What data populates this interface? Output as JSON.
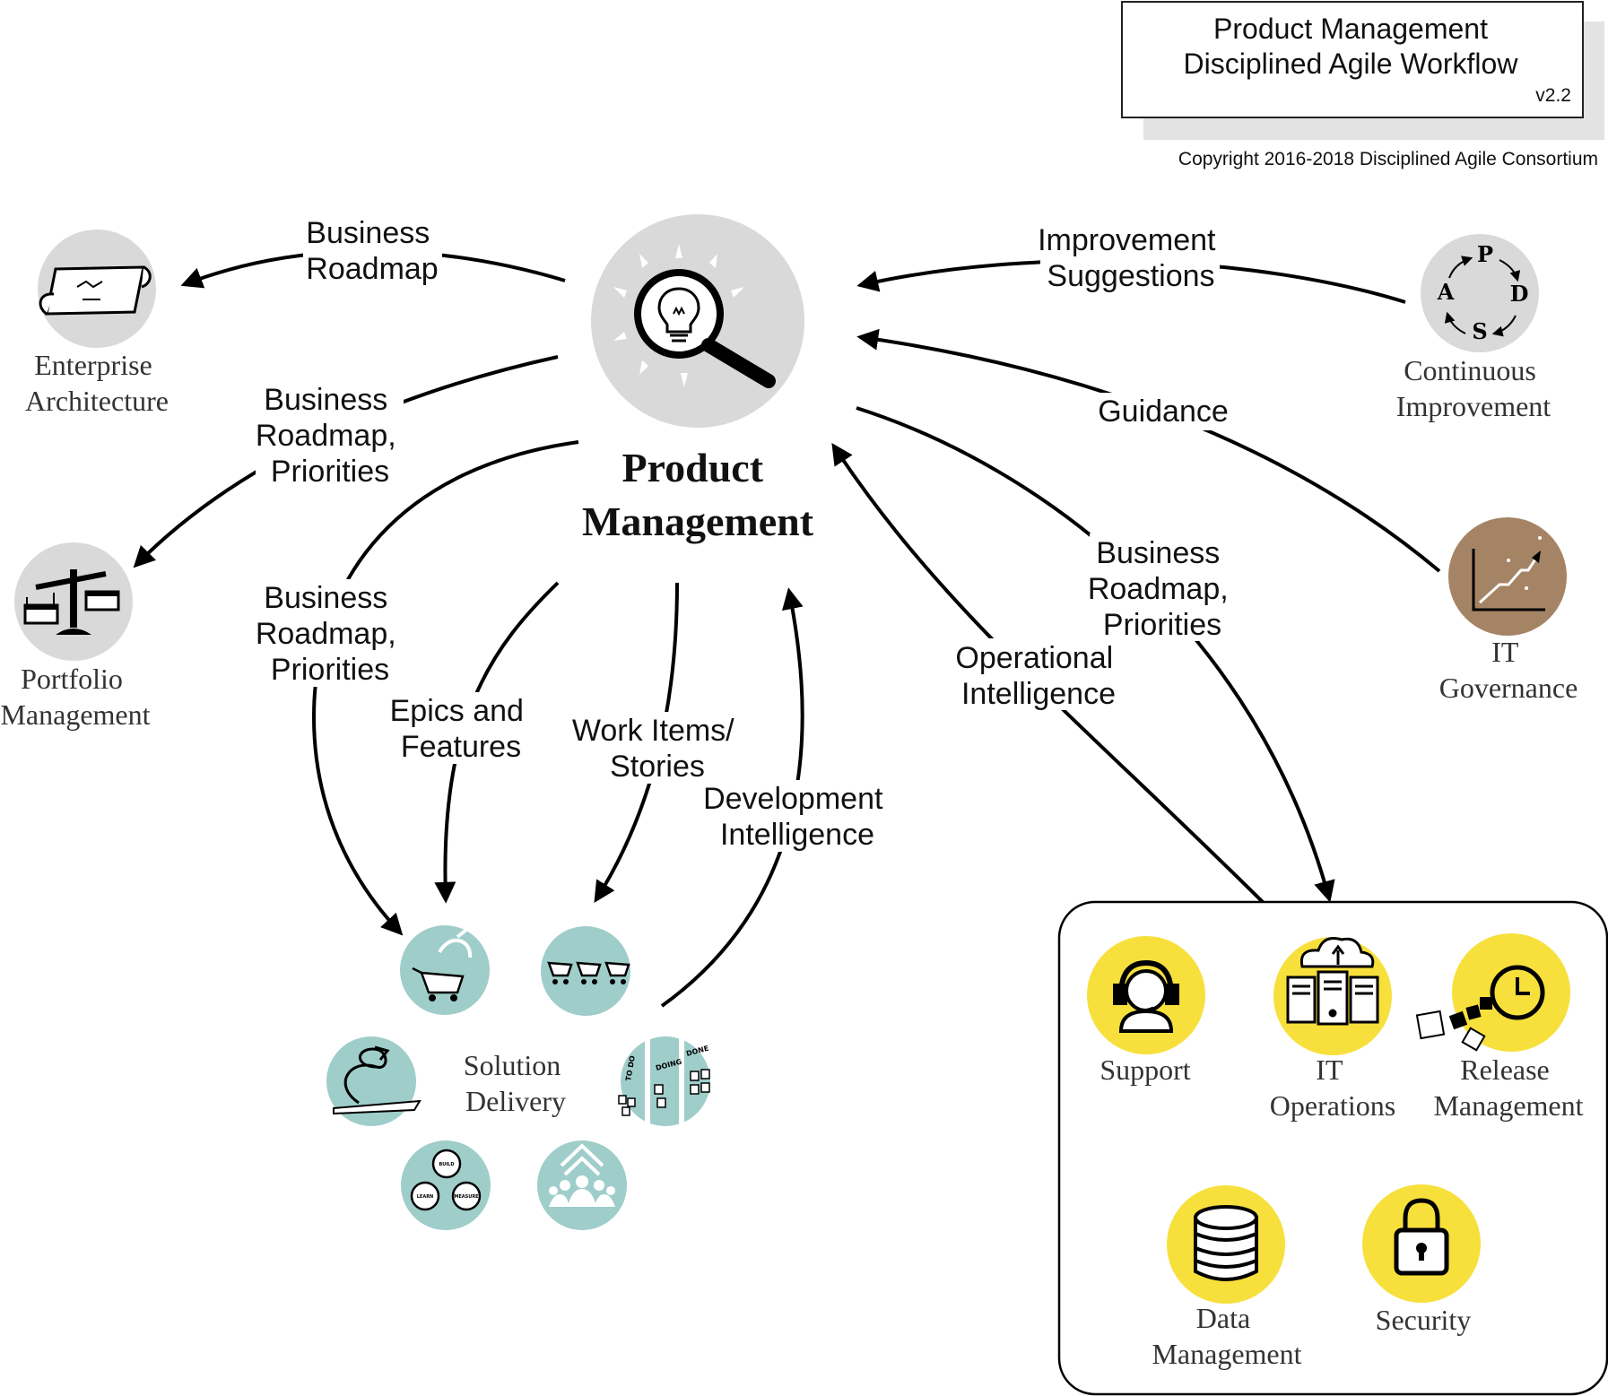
{
  "title_box": {
    "line1": "Product Management",
    "line2": "Disciplined Agile Workflow",
    "version": "v2.2"
  },
  "copyright": "Copyright 2016-2018 Disciplined Agile Consortium",
  "center": {
    "line1": "Product",
    "line2": "Management"
  },
  "nodes": {
    "enterprise_architecture": [
      "Enterprise",
      "Architecture"
    ],
    "portfolio_management": [
      "Portfolio",
      "Management"
    ],
    "continuous_improvement": [
      "Continuous",
      "Improvement"
    ],
    "it_governance": [
      "IT",
      "Governance"
    ],
    "solution_delivery": [
      "Solution",
      "Delivery"
    ],
    "support": [
      "Support"
    ],
    "it_operations": [
      "IT",
      "Operations"
    ],
    "release_management": [
      "Release",
      "Management"
    ],
    "data_management": [
      "Data",
      "Management"
    ],
    "security": [
      "Security"
    ]
  },
  "pdsa": {
    "p": "P",
    "d": "D",
    "s": "S",
    "a": "A"
  },
  "board_labels": {
    "todo": "TO DO",
    "doing": "DOING",
    "done": "DONE"
  },
  "lean_labels": {
    "build": "BUILD",
    "measure": "MEASURE",
    "learn": "LEARN"
  },
  "flows": {
    "ea_roadmap": [
      "Business",
      "Roadmap"
    ],
    "pm_roadmap": [
      "Business",
      "Roadmap,",
      "Priorities"
    ],
    "sd_roadmap": [
      "Business",
      "Roadmap,",
      "Priorities"
    ],
    "epics": [
      "Epics and",
      "Features"
    ],
    "work_items": [
      "Work Items/",
      "Stories"
    ],
    "dev_intel": [
      "Development",
      "Intelligence"
    ],
    "improvement": [
      "Improvement",
      "Suggestions"
    ],
    "guidance": [
      "Guidance"
    ],
    "ops_roadmap": [
      "Business",
      "Roadmap,",
      "Priorities"
    ],
    "ops_intel": [
      "Operational",
      "Intelligence"
    ]
  },
  "colors": {
    "gray_circle": "#d9d9d9",
    "teal": "#9fcdca",
    "yellow": "#f7e03c",
    "brown": "#a58466"
  }
}
